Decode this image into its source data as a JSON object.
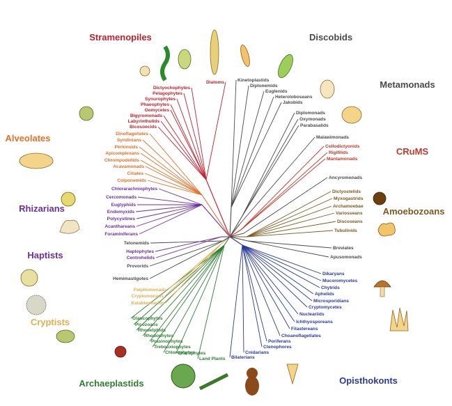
{
  "supergroups": [
    {
      "id": "stramenopiles",
      "label": "Stramenopiles",
      "color": "#c0202e"
    },
    {
      "id": "discobids",
      "label": "Discobids",
      "color": "#4a4a4a"
    },
    {
      "id": "metamonads",
      "label": "Metamonads",
      "color": "#4a4a4a"
    },
    {
      "id": "crums",
      "label": "CRuMS",
      "color": "#c0392b"
    },
    {
      "id": "amoebozoans",
      "label": "Amoebozoans",
      "color": "#7a5a1e"
    },
    {
      "id": "alveolates",
      "label": "Alveolates",
      "color": "#e0702a"
    },
    {
      "id": "rhizarians",
      "label": "Rhizarians",
      "color": "#6a2fa0"
    },
    {
      "id": "haptists",
      "label": "Haptists",
      "color": "#6a2fa0"
    },
    {
      "id": "cryptists",
      "label": "Cryptists",
      "color": "#e0b050"
    },
    {
      "id": "archaeplastids",
      "label": "Archaeplastids",
      "color": "#2e7d32"
    },
    {
      "id": "opisthokonts",
      "label": "Opisthokonts",
      "color": "#2a3a9a"
    }
  ],
  "groups": {
    "stramenopiles": {
      "color": "#c0202e",
      "taxa": [
        "Diatoms",
        "Dictyochophytes",
        "Pelagophytes",
        "Synurophytes",
        "Phaeophytes",
        "Oomycetes",
        "Bigyromonads",
        "Labyrinthulids",
        "Bicosoecids"
      ]
    },
    "discobids": {
      "color": "#4a4a4a",
      "taxa": [
        "Kinetoplastids",
        "Diplonemids",
        "Euglenids",
        "Heteroloboseans",
        "Jakobids"
      ]
    },
    "metamonads": {
      "color": "#4a4a4a",
      "taxa": [
        "Diplomonads",
        "Oxymonads",
        "Parabasalids"
      ]
    },
    "malawimonads": {
      "color": "#4a4a4a",
      "taxa": [
        "Malawimonads"
      ]
    },
    "crums": {
      "color": "#c0392b",
      "taxa": [
        "Collodictyonids",
        "Rigifilids",
        "Mantamonads"
      ]
    },
    "ancyromonads": {
      "color": "#4a4a4a",
      "taxa": [
        "Ancyromonads"
      ]
    },
    "amoebozoans": {
      "color": "#7a5a1e",
      "taxa": [
        "Dictyostelids",
        "Myxogastrids",
        "Archamoebae",
        "Variosseans",
        "Discoseans",
        "Tubulinids"
      ]
    },
    "apusozoa": {
      "color": "#4a4a4a",
      "taxa": [
        "Breviates",
        "Apusomonads"
      ]
    },
    "opisthokonts": {
      "color": "#2a3a9a",
      "taxa": [
        "Dikaryans",
        "Mucoromycetes",
        "Chytrids",
        "Aphelids",
        "Microsporidians",
        "Cryptomycetes",
        "Nucleariids",
        "Ichthyosporeans",
        "Filastereans",
        "Choanoflagellates",
        "Poriferans",
        "Ctenophores",
        "Cnidarians",
        "Bilaterians"
      ]
    },
    "archaeplastids": {
      "color": "#2e7d32",
      "taxa": [
        "Glaucophytes",
        "Picozoans",
        "Rhodelphids",
        "Rhodophytes",
        "Prasinophytes",
        "Trebouxiophytes",
        "Chlorophytes",
        "Charophytes",
        "Land Plants"
      ]
    },
    "cryptists": {
      "color": "#e0b050",
      "taxa": [
        "Palpitomonads",
        "Cryptomonads",
        "Katablepharids"
      ]
    },
    "orphans": {
      "color": "#4a4a4a",
      "taxa": [
        "Telonemids",
        "Provorids",
        "Hemimastigotes"
      ]
    },
    "haptists": {
      "color": "#6a2fa0",
      "taxa": [
        "Haptophytes",
        "Centrohelids"
      ]
    },
    "rhizarians": {
      "color": "#6a2fa0",
      "taxa": [
        "Chlorarachniophytes",
        "Cercomonads",
        "Euglyphids",
        "Endomyxids",
        "Polycystines",
        "Acanthareans",
        "Foraminiferans"
      ]
    },
    "alveolates": {
      "color": "#e0702a",
      "taxa": [
        "Dinoflagellates",
        "Syndinians",
        "Perkinsids",
        "Apicomplexans",
        "Chrompodellids",
        "Acavamonads",
        "Ciliates",
        "Colponemids"
      ]
    }
  },
  "organisms": [
    {
      "icon": "diatom-icon",
      "group": "stramenopiles"
    },
    {
      "icon": "kelp-icon",
      "group": "stramenopiles"
    },
    {
      "icon": "stramenopile-cell-icon",
      "group": "stramenopiles"
    },
    {
      "icon": "flagellate-icon",
      "group": "stramenopiles"
    },
    {
      "icon": "euglenid-icon",
      "group": "discobids"
    },
    {
      "icon": "kinetoplastid-icon",
      "group": "discobids"
    },
    {
      "icon": "parabasalid-icon",
      "group": "metamonads"
    },
    {
      "icon": "diplomonad-icon",
      "group": "metamonads"
    },
    {
      "icon": "slime-mold-icon",
      "group": "amoebozoans"
    },
    {
      "icon": "amoeba-icon",
      "group": "amoebozoans"
    },
    {
      "icon": "mushroom-icon",
      "group": "opisthokonts"
    },
    {
      "icon": "sponge-icon",
      "group": "opisthokonts"
    },
    {
      "icon": "monkey-icon",
      "group": "opisthokonts"
    },
    {
      "icon": "choanoflagellate-icon",
      "group": "opisthokonts"
    },
    {
      "icon": "volvox-icon",
      "group": "archaeplastids"
    },
    {
      "icon": "fern-icon",
      "group": "archaeplastids"
    },
    {
      "icon": "red-alga-icon",
      "group": "archaeplastids"
    },
    {
      "icon": "cryptomonad-icon",
      "group": "cryptists"
    },
    {
      "icon": "haptophyte-icon",
      "group": "haptists"
    },
    {
      "icon": "heliozoan-icon",
      "group": "haptists"
    },
    {
      "icon": "radiolarian-icon",
      "group": "rhizarians"
    },
    {
      "icon": "foraminiferan-icon",
      "group": "rhizarians"
    },
    {
      "icon": "ciliate-icon",
      "group": "alveolates"
    },
    {
      "icon": "dinoflagellate-icon",
      "group": "alveolates"
    }
  ]
}
